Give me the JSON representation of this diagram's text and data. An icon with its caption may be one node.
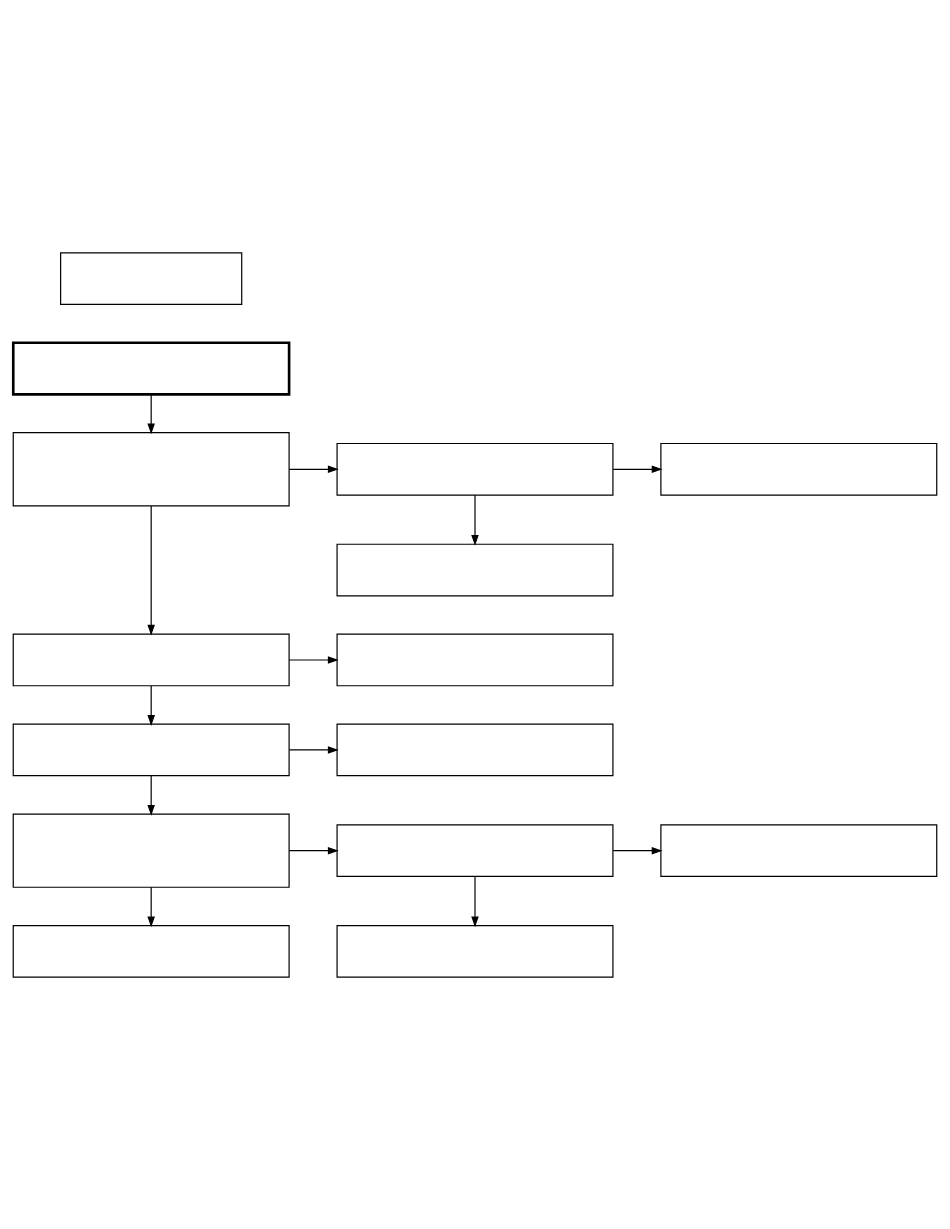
{
  "diagram": {
    "nodes": [
      {
        "text": [],
        "shape": "box"
      },
      {
        "text": [],
        "shape": "box"
      },
      {
        "text": [],
        "shape": "box"
      },
      {
        "text": [],
        "shape": "box"
      },
      {
        "text": [],
        "shape": "box"
      },
      {
        "text": [],
        "shape": "box"
      },
      {
        "text": [],
        "shape": "box"
      },
      {
        "text": [],
        "shape": "box"
      },
      {
        "text": [],
        "shape": "box"
      },
      {
        "text": [],
        "shape": "box"
      },
      {
        "text": [],
        "shape": "box"
      },
      {
        "text": [],
        "shape": "box"
      },
      {
        "text": [],
        "shape": "box"
      },
      {
        "text": [],
        "shape": "box"
      },
      {
        "text": [],
        "shape": "box"
      }
    ],
    "edges": [
      {
        "from": 1,
        "to": 2,
        "arrow": "to"
      },
      {
        "from": 2,
        "to": 3,
        "arrow": "to"
      },
      {
        "from": 3,
        "to": 4,
        "arrow": "to"
      },
      {
        "from": 3,
        "to": 5,
        "arrow": "to"
      },
      {
        "from": 2,
        "to": 6,
        "arrow": "to"
      },
      {
        "from": 6,
        "to": 7,
        "arrow": "to"
      },
      {
        "from": 6,
        "to": 8,
        "arrow": "to"
      },
      {
        "from": 8,
        "to": 9,
        "arrow": "to"
      },
      {
        "from": 8,
        "to": 10,
        "arrow": "to"
      },
      {
        "from": 10,
        "to": 11,
        "arrow": "to"
      },
      {
        "from": 11,
        "to": 12,
        "arrow": "to"
      },
      {
        "from": 11,
        "to": 14,
        "arrow": "to"
      },
      {
        "from": 10,
        "to": 13,
        "arrow": "to"
      }
    ]
  }
}
